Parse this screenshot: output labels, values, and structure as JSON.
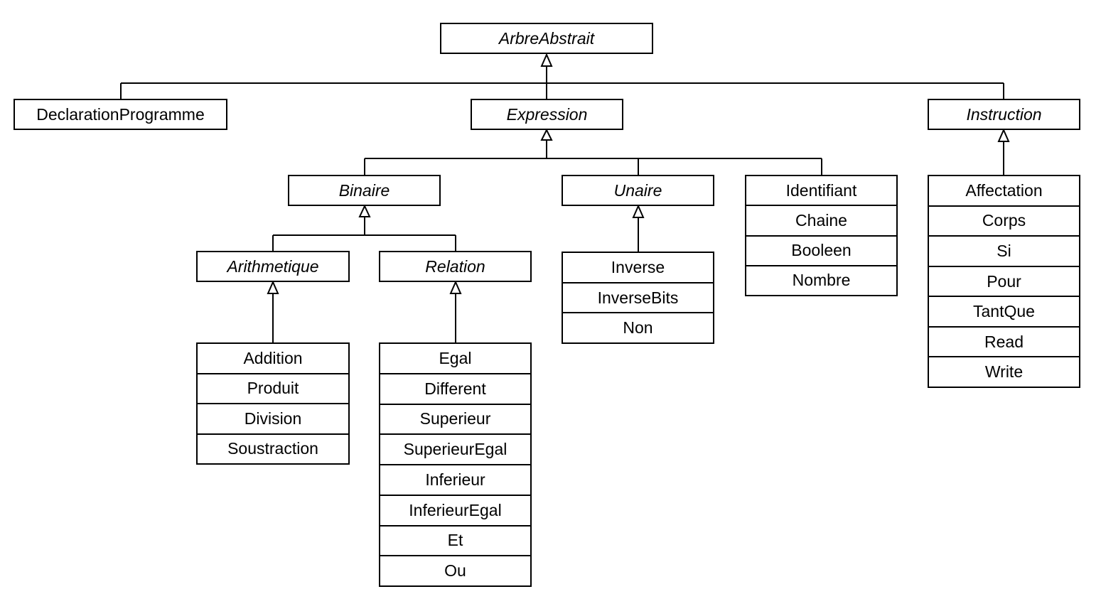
{
  "classes": {
    "arbre_abstrait": "ArbreAbstrait",
    "declaration_programme": "DeclarationProgramme",
    "expression": "Expression",
    "instruction": "Instruction",
    "binaire": "Binaire",
    "unaire": "Unaire",
    "arithmetique": "Arithmetique",
    "relation": "Relation"
  },
  "groups": {
    "arithmetique_ops": [
      "Addition",
      "Produit",
      "Division",
      "Soustraction"
    ],
    "relation_ops": [
      "Egal",
      "Different",
      "Superieur",
      "SuperieurEgal",
      "Inferieur",
      "InferieurEgal",
      "Et",
      "Ou"
    ],
    "unaire_ops": [
      "Inverse",
      "InverseBits",
      "Non"
    ],
    "expression_leaves": [
      "Identifiant",
      "Chaine",
      "Booleen",
      "Nombre"
    ],
    "instructions": [
      "Affectation",
      "Corps",
      "Si",
      "Pour",
      "TantQue",
      "Read",
      "Write"
    ]
  }
}
